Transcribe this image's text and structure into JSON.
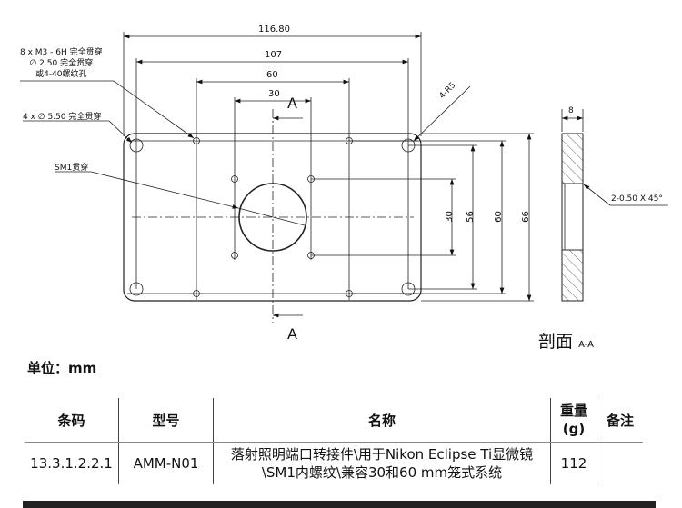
{
  "drawing": {
    "dim_overall_width": "116.80",
    "dim_hole_spacing_x": "107",
    "dim_cage60": "60",
    "dim_cage30": "30",
    "dim_v30": "30",
    "dim_v56": "56",
    "dim_v60": "60",
    "dim_v66": "66",
    "dim_thickness": "8",
    "note_m3": [
      "8 x  M3 - 6H 完全贯穿",
      "∅ 2.50 完全贯穿",
      "或4-40螺纹孔"
    ],
    "note_mount": "4 x ∅ 5.50 完全贯穿",
    "note_sm1": "SM1贯穿",
    "note_radius": "4-R5",
    "note_chamfer": "2-0.50 X 45°",
    "section_marker": "A",
    "section_title": "剖面",
    "section_suffix": "A-A"
  },
  "unit_label": "单位：mm",
  "table": {
    "headers": [
      "条码",
      "型号",
      "名称",
      "重量\n(g)",
      "备注"
    ],
    "header_weight": [
      "重量",
      "(g)"
    ],
    "rows": [
      {
        "barcode": "13.3.1.2.2.1",
        "model": "AMM-N01",
        "name": "落射照明端口转接件\\用于Nikon Eclipse Ti显微镜\\SM1内螺纹\\兼容30和60 mm笼式系统",
        "weight": "112",
        "remark": ""
      }
    ]
  }
}
